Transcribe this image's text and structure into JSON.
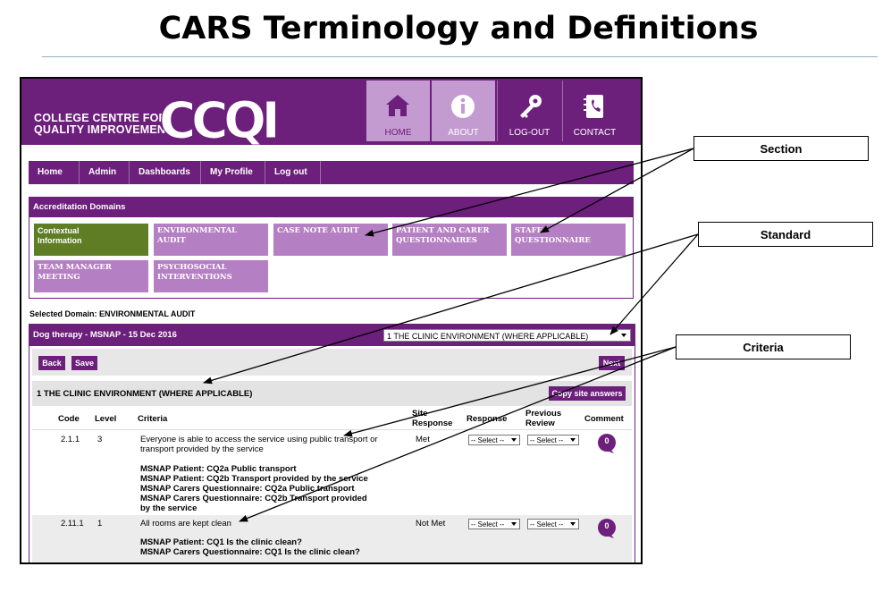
{
  "slide": {
    "title": "CARS Terminology and Definitions"
  },
  "ccqi": {
    "org_line1": "COLLEGE CENTRE FOR",
    "org_line2": "QUALITY IMPROVEMENT",
    "logo_text": "CCQI",
    "header_buttons": [
      {
        "label": "HOME",
        "icon": "home-icon"
      },
      {
        "label": "ABOUT",
        "icon": "info-icon"
      },
      {
        "label": "LOG-OUT",
        "icon": "key-icon"
      },
      {
        "label": "CONTACT",
        "icon": "contact-book-icon"
      }
    ]
  },
  "nav": {
    "items": [
      {
        "label": "Home",
        "has_dropdown": false
      },
      {
        "label": "Admin",
        "has_dropdown": true
      },
      {
        "label": "Dashboards",
        "has_dropdown": true
      },
      {
        "label": "My Profile",
        "has_dropdown": true
      },
      {
        "label": "Log out",
        "has_dropdown": false
      }
    ]
  },
  "domains": {
    "heading": "Accreditation Domains",
    "tiles": [
      {
        "line1": "Contextual",
        "line2": "Information",
        "active": true
      },
      {
        "line1": "ENVIRONMENTAL",
        "line2": "AUDIT",
        "active": false
      },
      {
        "line1": "CASE NOTE AUDIT",
        "line2": "",
        "active": false
      },
      {
        "line1": "PATIENT AND CARER",
        "line2": "QUESTIONNAIRES",
        "active": false
      },
      {
        "line1": "STAFF",
        "line2": "QUESTIONNAIRE",
        "active": false
      },
      {
        "line1": "TEAM MANAGER",
        "line2": "MEETING",
        "active": false
      },
      {
        "line1": "PSYCHOSOCIAL",
        "line2": "INTERVENTIONS",
        "active": false
      }
    ],
    "selected_label": "Selected Domain: ENVIRONMENTAL AUDIT"
  },
  "review": {
    "title": "Dog therapy - MSNAP - 15 Dec 2016",
    "standard_select_value": "1 THE CLINIC ENVIRONMENT (WHERE APPLICABLE)",
    "back_label": "Back",
    "save_label": "Save",
    "next_label": "Next",
    "standard_title": "1 THE CLINIC ENVIRONMENT (WHERE APPLICABLE)",
    "copy_label": "Copy site answers",
    "columns": {
      "code": "Code",
      "level": "Level",
      "criteria": "Criteria",
      "site_response_1": "Site",
      "site_response_2": "Response",
      "response": "Response",
      "previous_review_1": "Previous",
      "previous_review_2": "Review",
      "comment": "Comment"
    },
    "rows": [
      {
        "code": "2.1.1",
        "level": "3",
        "criteria_line1": "Everyone is able to access the service using public transport or",
        "criteria_line2": "transport provided by the service",
        "evidence": [
          "MSNAP Patient: CQ2a Public transport",
          "MSNAP Patient: CQ2b Transport provided by the service",
          "MSNAP Carers Questionnaire: CQ2a Public transport",
          "MSNAP Carers Questionnaire: CQ2b Transport provided",
          "by the service"
        ],
        "site_response": "Met",
        "response_select": "-- Select --",
        "previous_select": "-- Select --",
        "comment_count": "0"
      },
      {
        "code": "2.11.1",
        "level": "1",
        "criteria_line1": "All rooms are kept clean",
        "criteria_line2": "",
        "evidence": [
          "MSNAP Patient: CQ1 Is the clinic clean?",
          "MSNAP Carers Questionnaire: CQ1 Is the clinic clean?"
        ],
        "site_response": "Not Met",
        "response_select": "-- Select --",
        "previous_select": "-- Select --",
        "comment_count": "0"
      }
    ]
  },
  "callouts": {
    "section": "Section",
    "standard": "Standard",
    "criteria": "Criteria"
  },
  "colors": {
    "brand_purple": "#6d1f7c",
    "tile_purple": "#b57fc3",
    "active_tile_green": "#5f7d25",
    "header_button_lilac": "#c49bd0"
  }
}
